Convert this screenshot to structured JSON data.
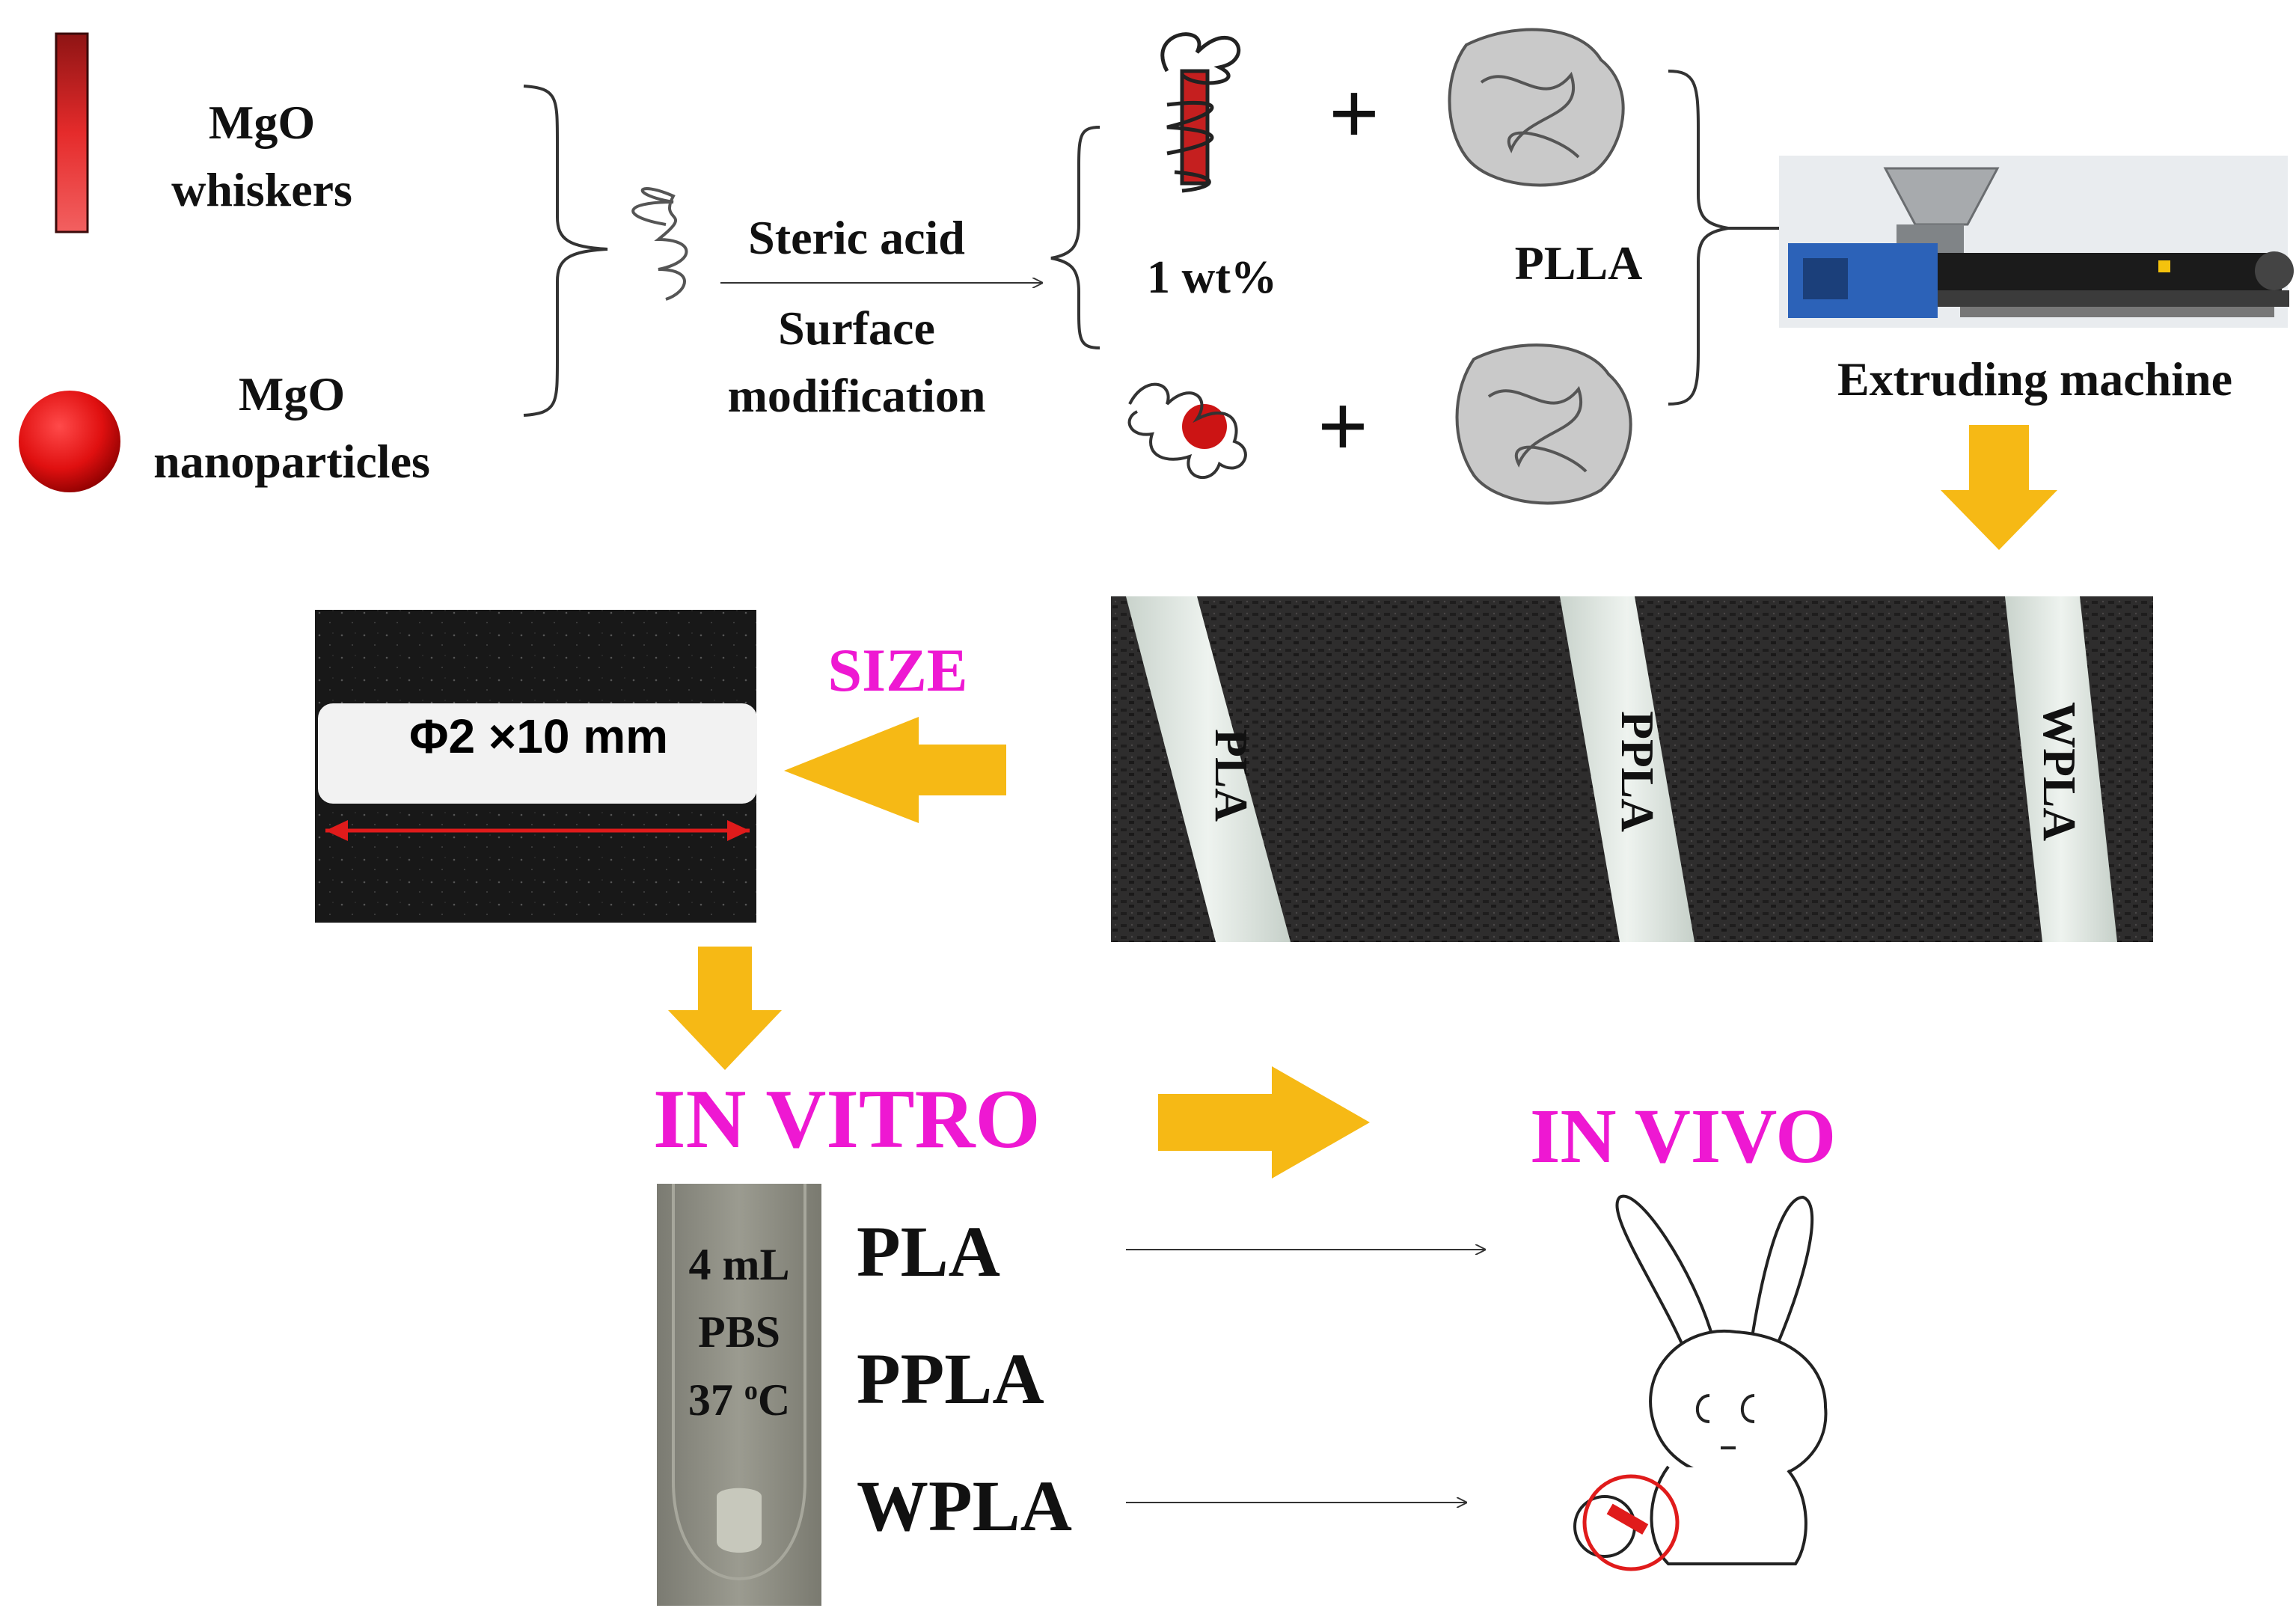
{
  "labels": {
    "mgo_whiskers_1": "MgO",
    "mgo_whiskers_2": "whiskers",
    "mgo_nano_1": "MgO",
    "mgo_nano_2": "nanoparticles",
    "steric_acid": "Steric acid",
    "surface_mod_1": "Surface",
    "surface_mod_2": "modification",
    "wt": "1 wt%",
    "plla": "PLLA",
    "plus": "+",
    "extruding": "Extruding machine",
    "size": "SIZE",
    "dimension": "Φ2 ×10 mm",
    "in_vitro": "IN VITRO",
    "in_vivo": "IN VIVO",
    "tube_1": "4 mL",
    "tube_2": "PBS",
    "tube_3a": "37 ",
    "tube_3b": "o",
    "tube_3c": "C",
    "sample_pla": "PLA",
    "sample_ppla": "PPLA",
    "sample_wpla": "WPLA",
    "rod_pla": "PLA",
    "rod_ppla": "PPLA",
    "rod_wpla": "WPLA"
  },
  "colors": {
    "arrow_yellow": "#f6b915",
    "title_pink": "#ee18d2",
    "mgo_red": "#e01b1b",
    "tube_gray": "#8c8c82"
  },
  "icons": {
    "whisker": "red-bar",
    "nanoparticle": "red-sphere",
    "polymer": "tangled-coil",
    "animal": "rabbit",
    "extruder": "extruder-machine"
  }
}
